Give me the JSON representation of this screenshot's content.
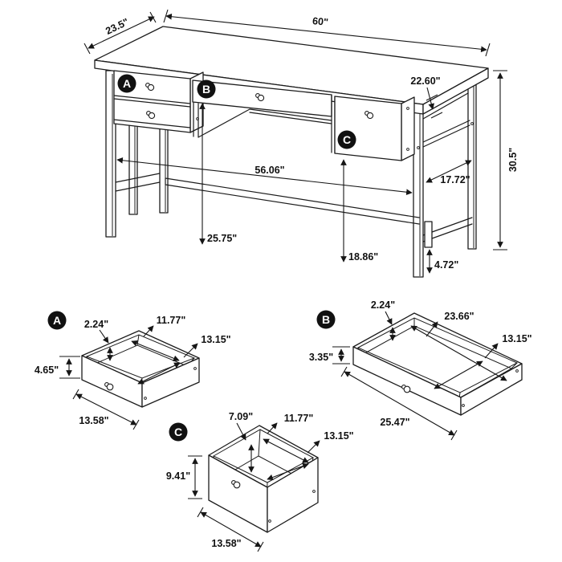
{
  "diagram": {
    "callout_a": "A",
    "callout_b": "B",
    "callout_c": "C",
    "main": {
      "top_width": "60\"",
      "top_depth": "23.5\"",
      "overall_height": "30.5\"",
      "right_depth": "22.60\"",
      "inner_span": "56.06\"",
      "side_depth": "17.72\"",
      "kneehole_height": "25.75\"",
      "right_opening_height": "18.86\"",
      "stretcher_gap": "4.72\""
    },
    "drawer_a": {
      "label": "A",
      "top_lip": "2.24\"",
      "inner_width": "11.77\"",
      "inner_depth": "13.15\"",
      "front_height": "4.65\"",
      "front_width": "13.58\""
    },
    "drawer_b": {
      "label": "B",
      "top_lip": "2.24\"",
      "inner_width": "23.66\"",
      "inner_depth": "13.15\"",
      "front_height": "3.35\"",
      "front_width": "25.47\""
    },
    "drawer_c": {
      "label": "C",
      "top_lip": "7.09\"",
      "inner_width": "11.77\"",
      "inner_depth": "13.15\"",
      "front_height": "9.41\"",
      "front_width": "13.58\""
    }
  }
}
